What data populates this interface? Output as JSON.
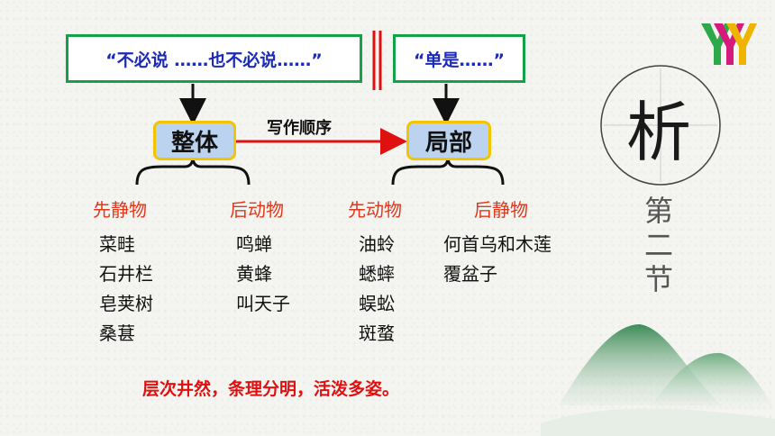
{
  "quotes": {
    "left": "“不必说 ……也不必说……”",
    "right": "“单是……”"
  },
  "nodes": {
    "whole": "整体",
    "part": "局部"
  },
  "arrow_label": "写作顺序",
  "categories": [
    {
      "label": "先静物",
      "items": [
        "菜畦",
        "石井栏",
        "皂荚树",
        "桑葚"
      ]
    },
    {
      "label": "后动物",
      "items": [
        "鸣蝉",
        "黄蜂",
        "叫天子"
      ]
    },
    {
      "label": "先动物",
      "items": [
        "油蛉",
        "蟋蟀",
        "蜈蚣",
        "斑蝥"
      ]
    },
    {
      "label": "后静物",
      "items": [
        "何首乌和木莲",
        "覆盆子"
      ]
    }
  ],
  "summary": "层次井然，条理分明，活泼多姿。",
  "side": {
    "big_char": "析",
    "section": [
      "第",
      "二",
      "节"
    ]
  },
  "logo": "YYY",
  "colors": {
    "quote_border": "#14a14a",
    "quote_text": "#1b2bb8",
    "pill_fill": "#bcd3ef",
    "pill_border": "#f3c400",
    "category_text": "#e3361a",
    "summary_text": "#e01010",
    "divider": "#e01010"
  }
}
